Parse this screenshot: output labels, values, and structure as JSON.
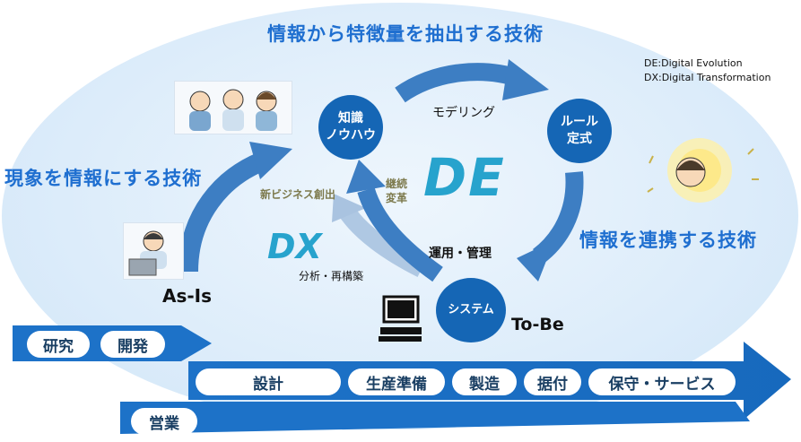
{
  "titles": {
    "top": "情報から特徴量を抽出する技術",
    "left": "現象を情報にする技術",
    "right": "情報を連携する技術"
  },
  "legend": {
    "de": "DE:Digital Evolution",
    "dx": "DX:Digital Transformation"
  },
  "nodes": {
    "knowledge": "知識\nノウハウ",
    "rules": "ルール\n定式",
    "system": "システム"
  },
  "cycle_labels": {
    "modeling": "モデリング",
    "operation": "運用・管理",
    "continuous_1": "継続",
    "continuous_2": "変革",
    "new_business": "新ビジネス創出",
    "analysis": "分析・再構築"
  },
  "big_labels": {
    "de": "DE",
    "dx": "DX"
  },
  "states": {
    "as_is": "As-Is",
    "to_be": "To-Be"
  },
  "process": {
    "research": "研究",
    "development": "開発",
    "design": "設計",
    "production_prep": "生産準備",
    "manufacturing": "製造",
    "installation": "据付",
    "maintenance": "保守・サービス",
    "sales": "営業"
  },
  "colors": {
    "node_blue": "#1566b5",
    "arrow_blue": "#3d7ec3",
    "band_blue": "#1d72c8",
    "title_blue": "#1f6fd0",
    "teal": "#27a3cd",
    "olive": "#7d7a4d"
  },
  "icons": [
    "people-illustration",
    "worker-laptop-illustration",
    "idea-person-illustration",
    "computer-icon"
  ]
}
